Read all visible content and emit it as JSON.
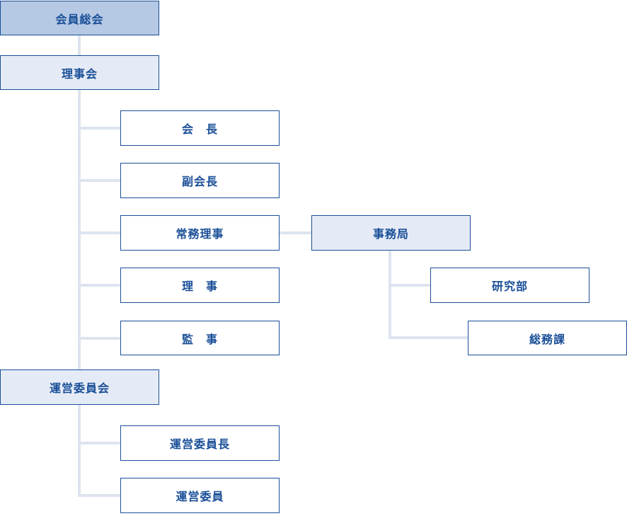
{
  "org_chart": {
    "general_meeting": "会員総会",
    "board": "理事会",
    "board_members": {
      "chairman": "会　長",
      "vice_chairman": "副会長",
      "executive_director": "常務理事",
      "director": "理　事",
      "auditor": "監　事"
    },
    "secretariat": {
      "label": "事務局",
      "research_dept": "研究部",
      "general_affairs": "総務課"
    },
    "steering_committee": {
      "label": "運営委員会",
      "chair": "運営委員長",
      "member": "運営委員"
    }
  }
}
